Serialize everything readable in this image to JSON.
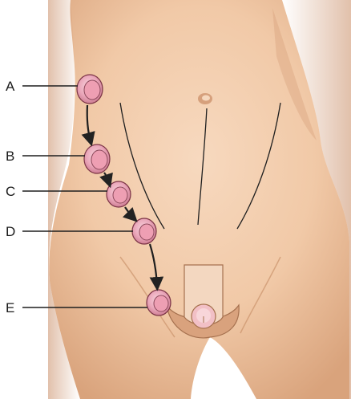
{
  "labels": {
    "a": "A",
    "b": "B",
    "c": "C",
    "d": "D",
    "e": "E"
  },
  "colors": {
    "skin": "#f3cfb1",
    "skin_shadow": "#dba882",
    "skin_highlight": "#f8dcc3",
    "mass_fill": "#f0b8c6",
    "mass_ring": "#cf7f95",
    "mass_center": "#e8a0b4",
    "mass_outline": "#7a3345",
    "line": "#222222",
    "background": "#ffffff"
  },
  "icons": {
    "torso": "lower-abdomen-illustration",
    "mass": "pink-ring-mass-icon",
    "arrow": "arrow-down-icon"
  }
}
